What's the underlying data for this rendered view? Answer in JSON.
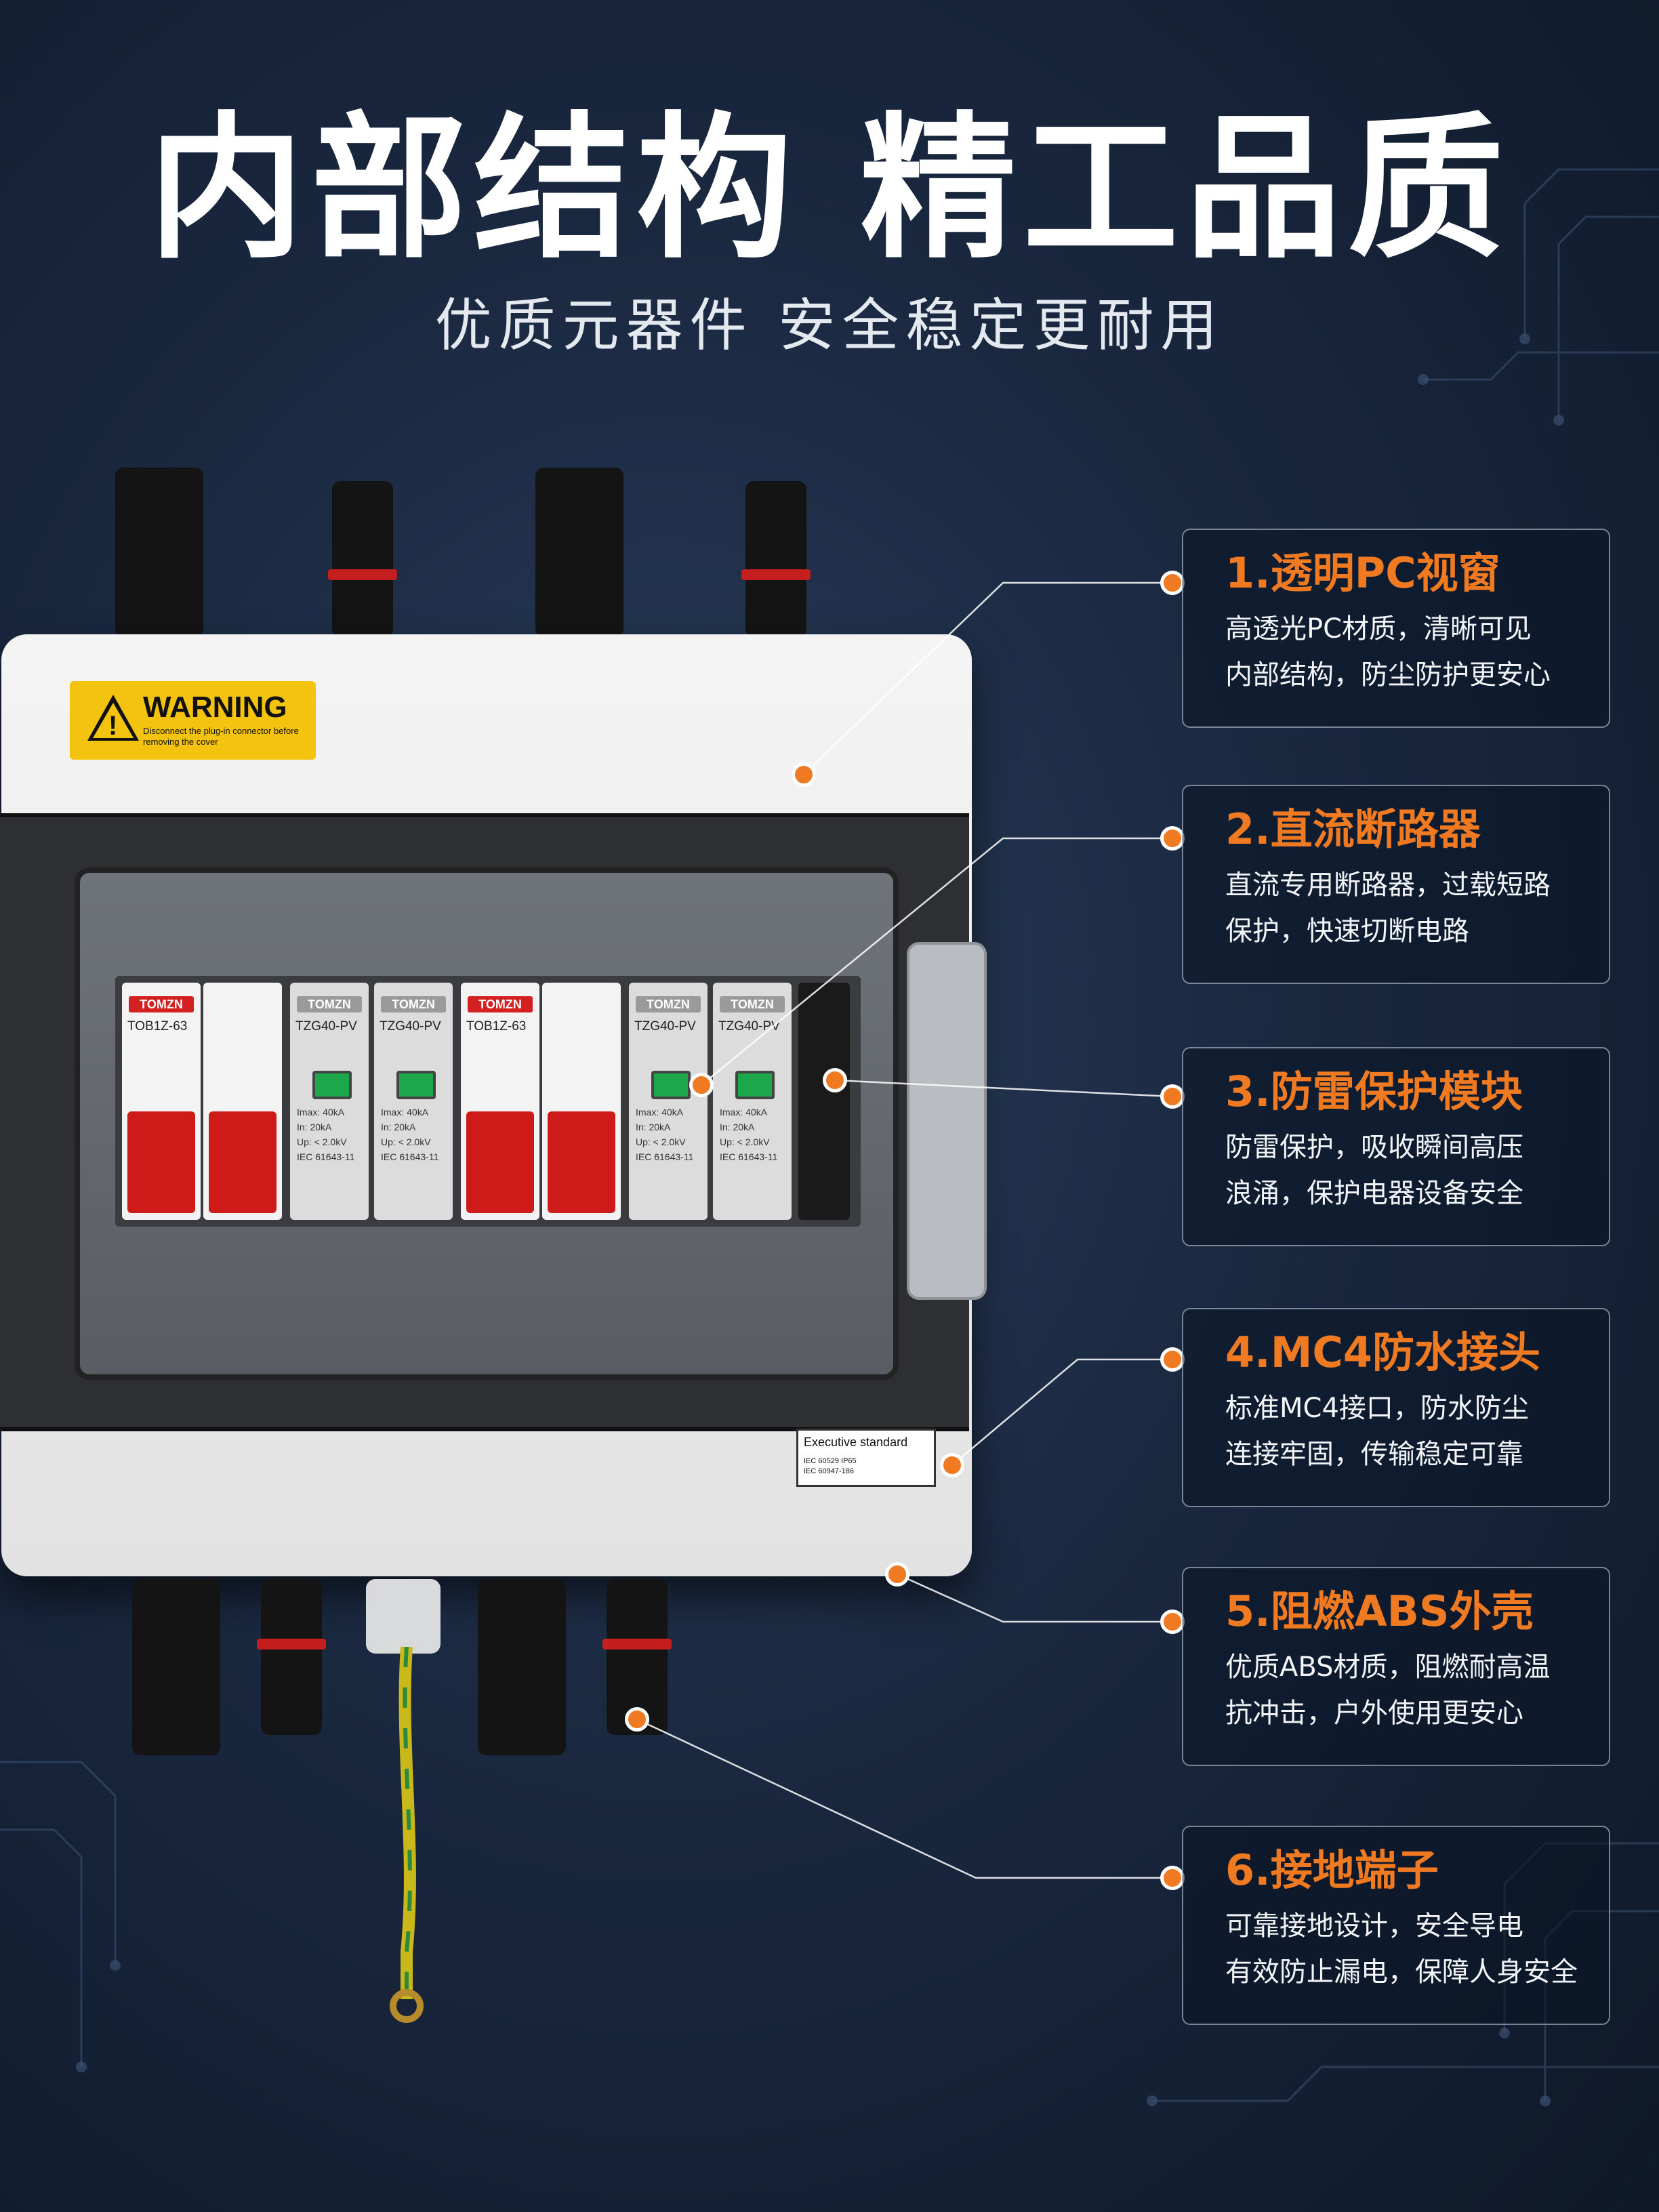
{
  "headline": "内部结构 精工品质",
  "subheadline": "优质元器件 安全稳定更耐用",
  "colors": {
    "accent": "#f07a22",
    "background": "#1a2840",
    "text": "#ffffff"
  },
  "product": {
    "warning_label": {
      "title": "WARNING",
      "text": "Disconnect the plug-in connector before removing the cover"
    },
    "breakers": [
      {
        "brand": "TOMZN",
        "model": "TOB1Z-63"
      },
      {
        "brand": "TOMZN",
        "model": "TOB1Z-63"
      }
    ],
    "spd_modules": [
      {
        "brand": "TOMZN",
        "model": "TZG40-PV",
        "specs": [
          "Imax: 40kA",
          "In: 20kA",
          "Up: < 2.0kV",
          "IEC 61643-11"
        ]
      },
      {
        "brand": "TOMZN",
        "model": "TZG40-PV",
        "specs": [
          "Imax: 40kA",
          "In: 20kA",
          "Up: < 2.0kV",
          "IEC 61643-11"
        ]
      },
      {
        "brand": "TOMZN",
        "model": "TZG40-PV",
        "specs": [
          "Imax: 40kA",
          "In: 20kA",
          "Up: < 2.0kV",
          "IEC 61643-11"
        ]
      },
      {
        "brand": "TOMZN",
        "model": "TZG40-PV",
        "specs": [
          "Imax: 40kA",
          "In: 20kA",
          "Up: < 2.0kV",
          "IEC 61643-11"
        ]
      }
    ],
    "standard_label": {
      "title": "Executive standard",
      "line1": "IEC 60529 IP65",
      "line2": "IEC 60947-186"
    }
  },
  "features": [
    {
      "title": "1.透明PC视窗",
      "line1": "高透光PC材质，清晰可见",
      "line2": "内部结构，防尘防护更安心"
    },
    {
      "title": "2.直流断路器",
      "line1": "直流专用断路器，过载短路",
      "line2": "保护，快速切断电路"
    },
    {
      "title": "3.防雷保护模块",
      "line1": "防雷保护，吸收瞬间高压",
      "line2": "浪涌，保护电器设备安全"
    },
    {
      "title": "4.MC4防水接头",
      "line1": "标准MC4接口，防水防尘",
      "line2": "连接牢固，传输稳定可靠"
    },
    {
      "title": "5.阻燃ABS外壳",
      "line1": "优质ABS材质，阻燃耐高温",
      "line2": "抗冲击，户外使用更安心"
    },
    {
      "title": "6.接地端子",
      "line1": "可靠接地设计，安全导电",
      "line2": "有效防止漏电，保障人身安全"
    }
  ]
}
